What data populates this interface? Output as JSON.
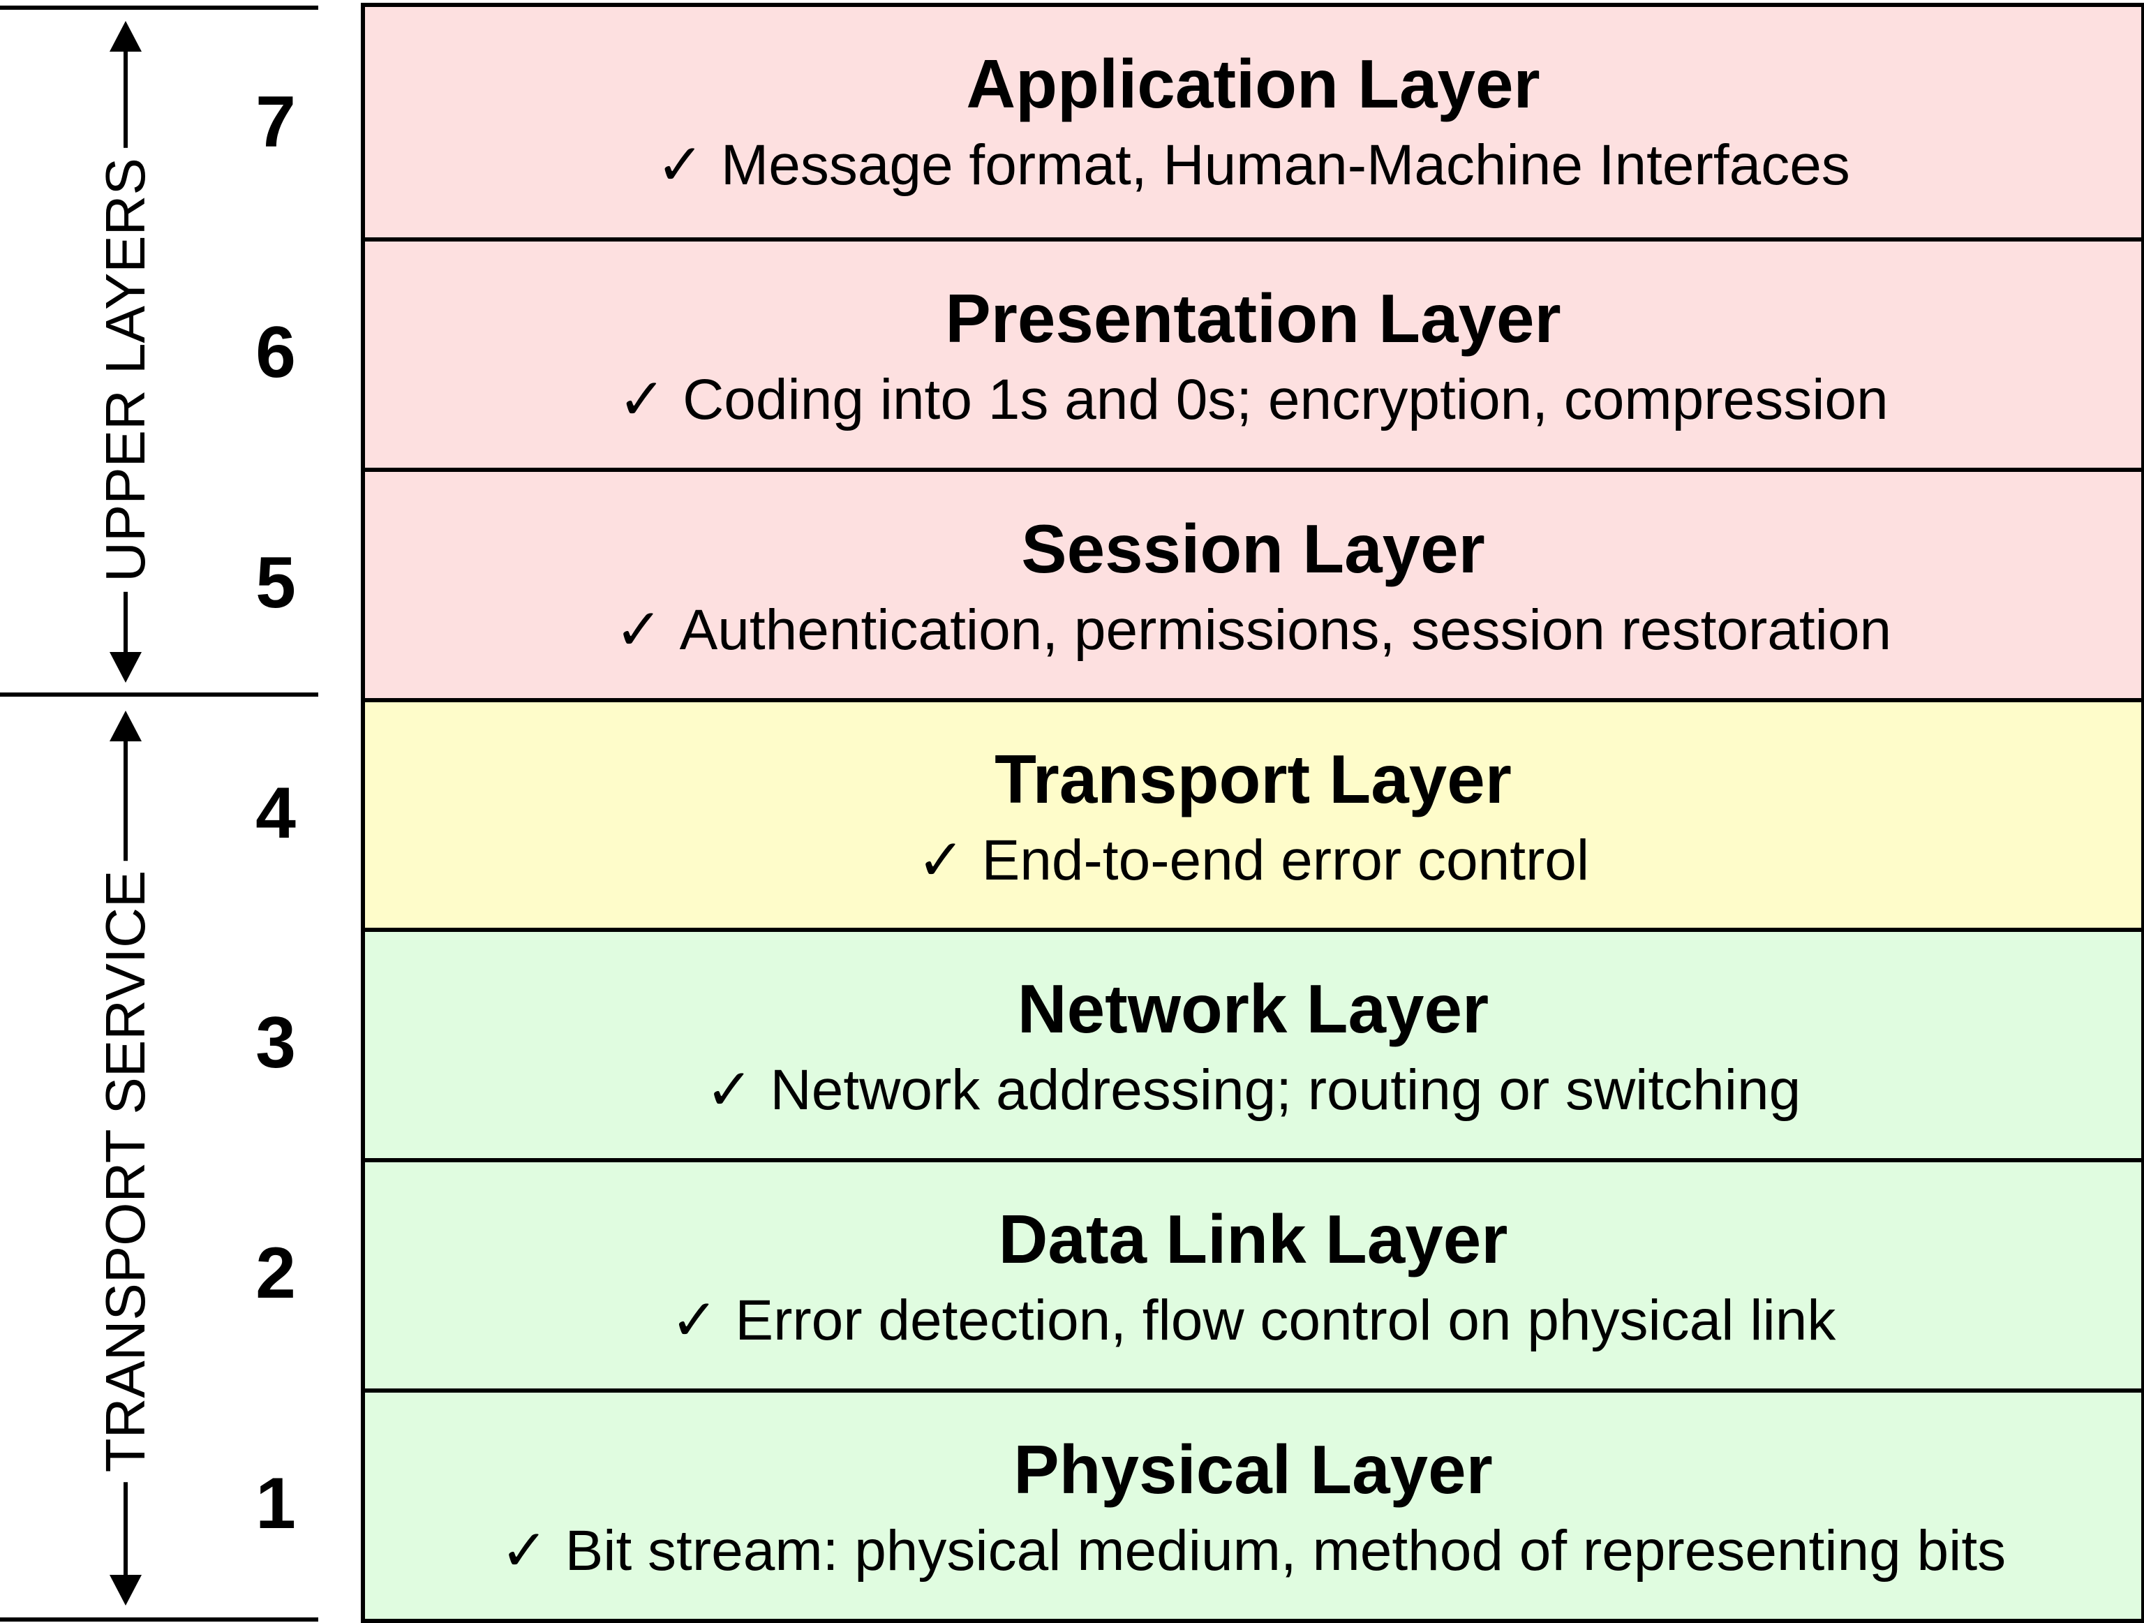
{
  "colors": {
    "upper": "#fde0e0",
    "transport": "#fefcca",
    "lower": "#e0fce0",
    "line": "#000000"
  },
  "groups": {
    "upper": {
      "label": "UPPER LAYERS"
    },
    "transport": {
      "label": "TRANSPORT SERVICE"
    }
  },
  "check_mark": "✓",
  "layers": [
    {
      "number": "7",
      "name": "Application Layer",
      "description": "Message format, Human-Machine Interfaces",
      "group": "upper"
    },
    {
      "number": "6",
      "name": "Presentation Layer",
      "description": "Coding into 1s and 0s; encryption, compression",
      "group": "upper"
    },
    {
      "number": "5",
      "name": "Session Layer",
      "description": "Authentication, permissions, session restoration",
      "group": "upper"
    },
    {
      "number": "4",
      "name": "Transport Layer",
      "description": "End-to-end error control",
      "group": "transport"
    },
    {
      "number": "3",
      "name": "Network Layer",
      "description": "Network addressing; routing or switching",
      "group": "lower"
    },
    {
      "number": "2",
      "name": "Data Link Layer",
      "description": "Error detection, flow control on physical link",
      "group": "lower"
    },
    {
      "number": "1",
      "name": "Physical Layer",
      "description": "Bit stream: physical medium, method of representing bits",
      "group": "lower"
    }
  ]
}
